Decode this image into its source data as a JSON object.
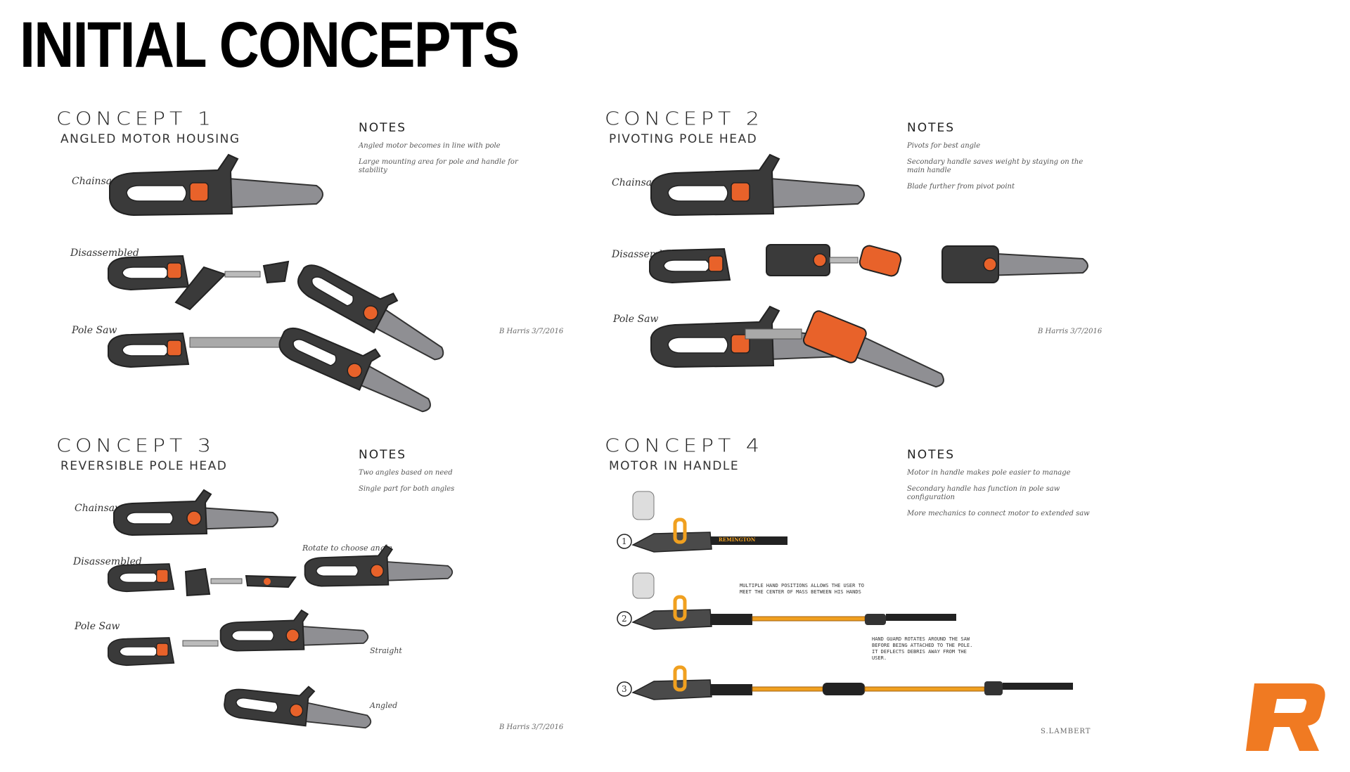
{
  "page": {
    "title": "INITIAL CONCEPTS"
  },
  "concepts": [
    {
      "title": "CONCEPT 1",
      "subtitle": "ANGLED MOTOR HOUSING",
      "notes_heading": "NOTES",
      "notes": [
        "Angled motor becomes in line with pole",
        "Large mounting area for pole and handle for stability"
      ],
      "labels": [
        "Chainsaw",
        "Disassembled",
        "Pole Saw"
      ],
      "signature": "B Harris 3/7/2016"
    },
    {
      "title": "CONCEPT 2",
      "subtitle": "PIVOTING POLE HEAD",
      "notes_heading": "NOTES",
      "notes": [
        "Pivots for best angle",
        "Secondary handle saves weight by staying on the main handle",
        "Blade further from pivot point"
      ],
      "labels": [
        "Chainsaw",
        "Disassembled",
        "Pole Saw"
      ],
      "signature": "B Harris 3/7/2016"
    },
    {
      "title": "CONCEPT 3",
      "subtitle": "REVERSIBLE POLE HEAD",
      "notes_heading": "NOTES",
      "notes": [
        "Two angles based on need",
        "Single part for both angles"
      ],
      "labels": [
        "Chainsaw",
        "Disassembled",
        "Pole Saw"
      ],
      "annotations": [
        "Rotate to choose angle",
        "Straight",
        "Angled"
      ],
      "signature": "B Harris 3/7/2016"
    },
    {
      "title": "CONCEPT 4",
      "subtitle": "MOTOR IN HANDLE",
      "notes_heading": "NOTES",
      "notes": [
        "Motor in handle makes pole easier to manage",
        "Secondary handle has function in pole saw configuration",
        "More mechanics to connect motor to extended saw"
      ],
      "steps": [
        "1",
        "2",
        "3"
      ],
      "brand": "REMINGTON",
      "callouts": [
        "MULTIPLE HAND POSITIONS ALLOWS THE USER TO MEET THE CENTER OF MASS BETWEEN HIS HANDS",
        "HAND GUARD ROTATES AROUND THE SAW BEFORE BEING ATTACHED TO THE POLE. IT DEFLECTS DEBRIS AWAY FROM THE USER."
      ],
      "signature": "S.LAMBERT"
    }
  ],
  "colors": {
    "orange": "#e8622a",
    "dark": "#3a3a3a",
    "blade": "#8f8f93",
    "pole": "#f0a020",
    "logo": "#f07a22"
  },
  "logo": {
    "icon": "r-logo-icon"
  }
}
